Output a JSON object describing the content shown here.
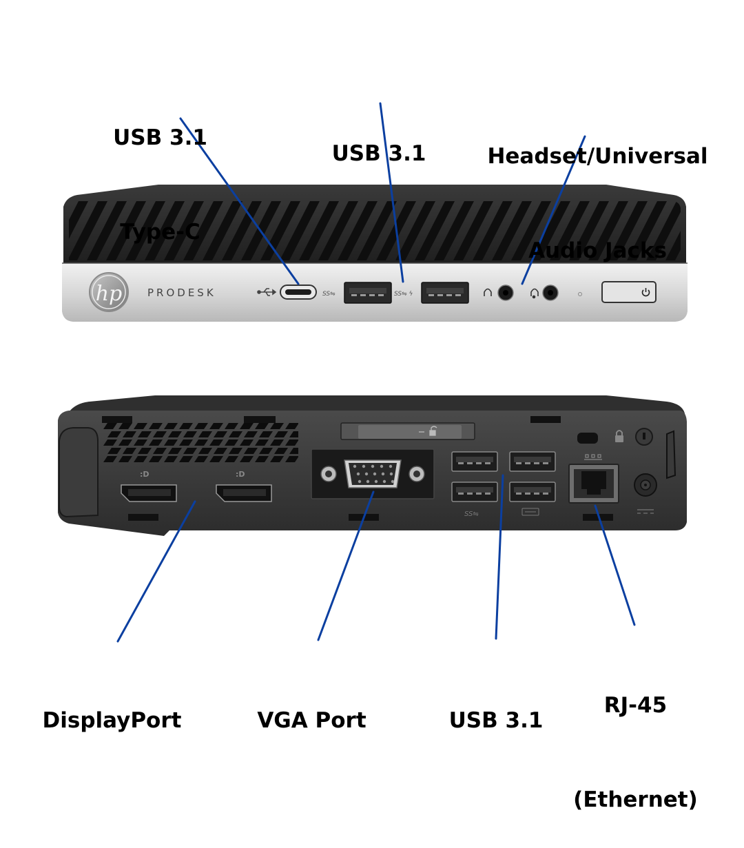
{
  "product": {
    "brand_logo": "hp",
    "model": "PRODESK"
  },
  "labels": {
    "front_usb_c": {
      "line1": "USB 3.1",
      "line2": "Type-C"
    },
    "front_usb_a": {
      "line1": "USB 3.1"
    },
    "front_audio": {
      "line1": "Headset/Universal",
      "line2": "Audio Jacks"
    },
    "rear_displayport": {
      "line1": "DisplayPort"
    },
    "rear_vga": {
      "line1": "VGA Port"
    },
    "rear_usb": {
      "line1": "USB 3.1"
    },
    "rear_rj45": {
      "line1": "RJ-45",
      "line2": "(Ethernet)"
    }
  },
  "icons": {
    "front": [
      "usb-icon",
      "superspeed-icon",
      "superspeed-charge-icon",
      "headphone-icon",
      "headset-icon",
      "power-led-icon",
      "power-icon"
    ],
    "rear": [
      "displayport-icon",
      "lock-icon",
      "superspeed-icon",
      "keyboard-icon",
      "network-icon",
      "dc-power-icon",
      "security-slot-icon"
    ]
  },
  "colors": {
    "callout_line": "#0b3fa0",
    "chassis_dark": "#2b2b2b",
    "front_panel_light": "#d8d8d8",
    "label_text": "#000000"
  }
}
